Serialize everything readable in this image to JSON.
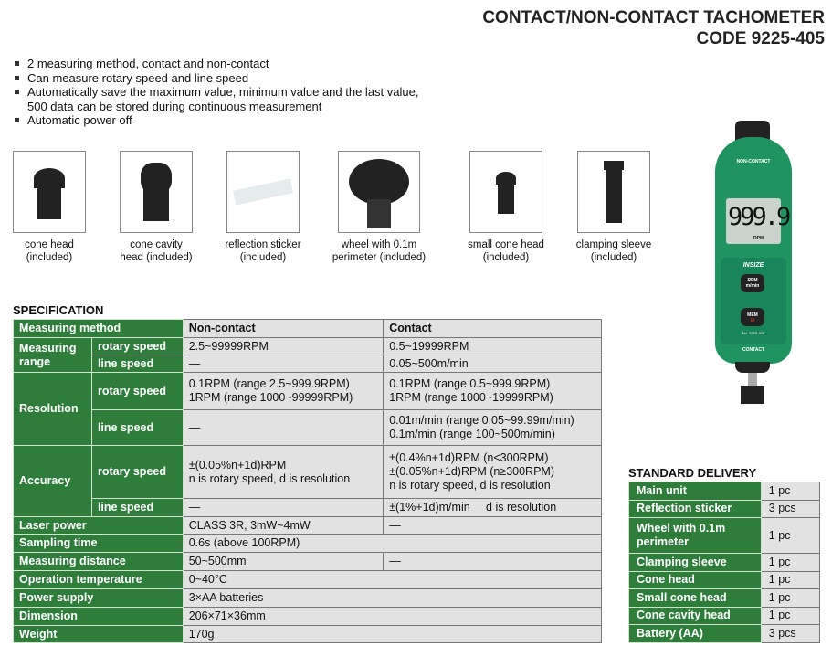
{
  "header": {
    "title": "CONTACT/NON-CONTACT TACHOMETER",
    "code": "CODE 9225-405"
  },
  "features": [
    "2 measuring method, contact and non-contact",
    "Can measure rotary speed and line speed",
    "Automatically save the maximum value, minimum value and the last value,",
    "500 data can be stored during continuous measurement",
    "Automatic power off"
  ],
  "accessories": [
    {
      "name": "cone head",
      "note": "(included)"
    },
    {
      "name": "cone cavity",
      "note": "head (included)"
    },
    {
      "name": "reflection sticker",
      "note": "(included)"
    },
    {
      "name": "wheel with 0.1m",
      "note": "perimeter (included)"
    },
    {
      "name": "small cone head",
      "note": "(included)"
    },
    {
      "name": "clamping sleeve",
      "note": "(included)"
    }
  ],
  "device": {
    "top_label": "NON-CONTACT",
    "display": "999.9",
    "unit": "RPM",
    "brand": "INSIZE",
    "btn1": "RPM",
    "btn1b": "m/min",
    "btn2": "MEM",
    "model": "No. 9225-405",
    "bottom_label": "CONTACT"
  },
  "spec": {
    "title": "SPECIFICATION",
    "method": "Measuring method",
    "noncontact": "Non-contact",
    "contact": "Contact",
    "mr": "Measuring range",
    "rotary": "rotary speed",
    "line": "line speed",
    "mr_rot_nc": "2.5~99999RPM",
    "mr_rot_c": "0.5~19999RPM",
    "mr_line_nc": "—",
    "mr_line_c": "0.05~500m/min",
    "res": "Resolution",
    "res_rot_nc1": "0.1RPM (range 2.5~999.9RPM)",
    "res_rot_nc2": "1RPM (range 1000~99999RPM)",
    "res_rot_c1": "0.1RPM (range 0.5~999.9RPM)",
    "res_rot_c2": "1RPM (range 1000~19999RPM)",
    "res_line_nc": "—",
    "res_line_c1": "0.01m/min (range 0.05~99.99m/min)",
    "res_line_c2": "0.1m/min (range 100~500m/min)",
    "acc": "Accuracy",
    "acc_rot_nc1": "±(0.05%n+1d)RPM",
    "acc_rot_nc2": "n is rotary speed, d is resolution",
    "acc_rot_c1": "±(0.4%n+1d)RPM (n<300RPM)",
    "acc_rot_c2": "±(0.05%n+1d)RPM (n≥300RPM)",
    "acc_rot_c3": "n is rotary speed, d is resolution",
    "acc_line_nc": "—",
    "acc_line_c": "±(1%+1d)m/min     d is resolution",
    "laser": "Laser power",
    "laser_nc": "CLASS 3R, 3mW~4mW",
    "laser_c": "—",
    "sampling": "Sampling time",
    "sampling_v": "0.6s (above 100RPM)",
    "dist": "Measuring distance",
    "dist_nc": "50~500mm",
    "dist_c": "—",
    "temp": "Operation temperature",
    "temp_v": "0~40°C",
    "power": "Power supply",
    "power_v": "3×AA batteries",
    "dim": "Dimension",
    "dim_v": "206×71×36mm",
    "weight": "Weight",
    "weight_v": "170g"
  },
  "delivery": {
    "title": "STANDARD DELIVERY",
    "items": [
      {
        "name": "Main unit",
        "qty": "1 pc"
      },
      {
        "name": "Reflection sticker",
        "qty": "3 pcs"
      },
      {
        "name": "Wheel with 0.1m perimeter",
        "qty": "1 pc"
      },
      {
        "name": "Clamping sleeve",
        "qty": "1 pc"
      },
      {
        "name": "Cone head",
        "qty": "1 pc"
      },
      {
        "name": "Small cone head",
        "qty": "1 pc"
      },
      {
        "name": "Cone cavity head",
        "qty": "1 pc"
      },
      {
        "name": "Battery (AA)",
        "qty": "3 pcs"
      }
    ]
  }
}
